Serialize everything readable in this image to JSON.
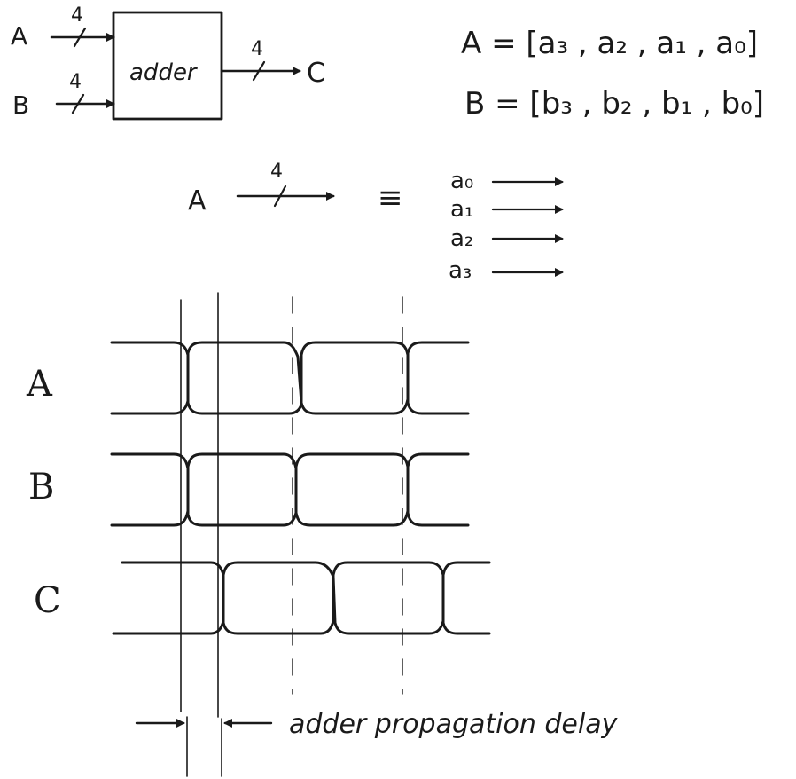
{
  "block": {
    "input_a": "A",
    "input_b": "B",
    "output": "C",
    "box_label": "adder",
    "width_a": "4",
    "width_b": "4",
    "width_c": "4"
  },
  "equations": {
    "a_line": "A = [a₃ , a₂ , a₁ , a₀]",
    "b_line": "B = [b₃ , b₂ , b₁ , b₀]"
  },
  "bus": {
    "signal": "A",
    "width": "4",
    "equiv": "≡",
    "wires": [
      "a₀",
      "a₁",
      "a₂",
      "a₃"
    ]
  },
  "timing": {
    "signals": [
      "A",
      "B",
      "C"
    ],
    "annotation": "adder propagation delay"
  }
}
